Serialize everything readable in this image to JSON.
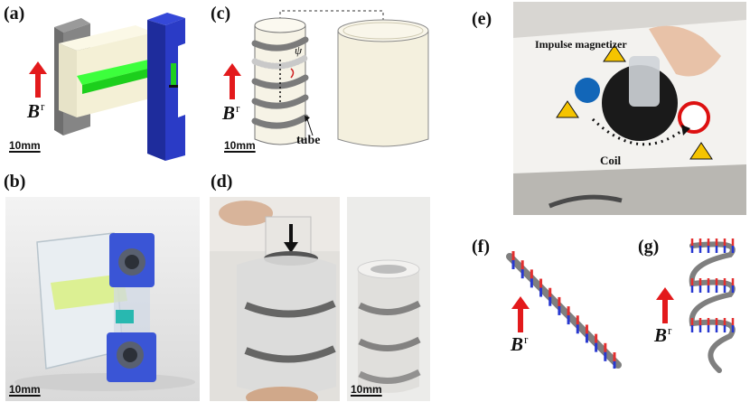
{
  "figure": {
    "panels": {
      "a": {
        "label": "(a)",
        "scale": "10mm",
        "field": "B",
        "field_sup": "r"
      },
      "b": {
        "label": "(b)",
        "scale": "10mm"
      },
      "c": {
        "label": "(c)",
        "scale": "10mm",
        "field": "B",
        "field_sup": "r",
        "psi": "ψ",
        "tube": "tube"
      },
      "d": {
        "label": "(d)",
        "scale_left": "10mm",
        "scale_right": "10mm"
      },
      "e": {
        "label": "(e)",
        "magnetizer": "Impulse magnetizer",
        "coil": "Coil"
      },
      "f": {
        "label": "(f)",
        "field": "B",
        "field_sup": "r"
      },
      "g": {
        "label": "(g)",
        "field": "B",
        "field_sup": "r"
      }
    },
    "colors": {
      "arrow_red": "#e31a1c",
      "frame_blue": "#2a3bc6",
      "core_green": "#28e028",
      "magnet_red": "#e33030",
      "magnet_blue": "#2838d0",
      "rod_gray": "#7f7f7f"
    }
  }
}
